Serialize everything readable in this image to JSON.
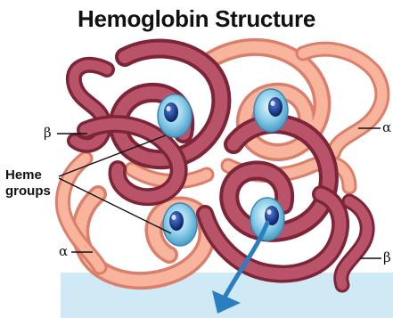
{
  "diagram": {
    "title": "Hemoglobin Structure",
    "labels": {
      "beta_left": "β",
      "alpha_right": "α",
      "alpha_left": "α",
      "beta_right": "β",
      "heme_line1": "Heme",
      "heme_line2": "groups"
    },
    "colors": {
      "alpha_chain": "#f5a48c",
      "beta_chain": "#b14a5f",
      "heme_disc": "#8fd0ea",
      "heme_center": "#1c3f9a",
      "membrane": "#cfe9f5",
      "arrow": "#2b7fc1"
    }
  }
}
